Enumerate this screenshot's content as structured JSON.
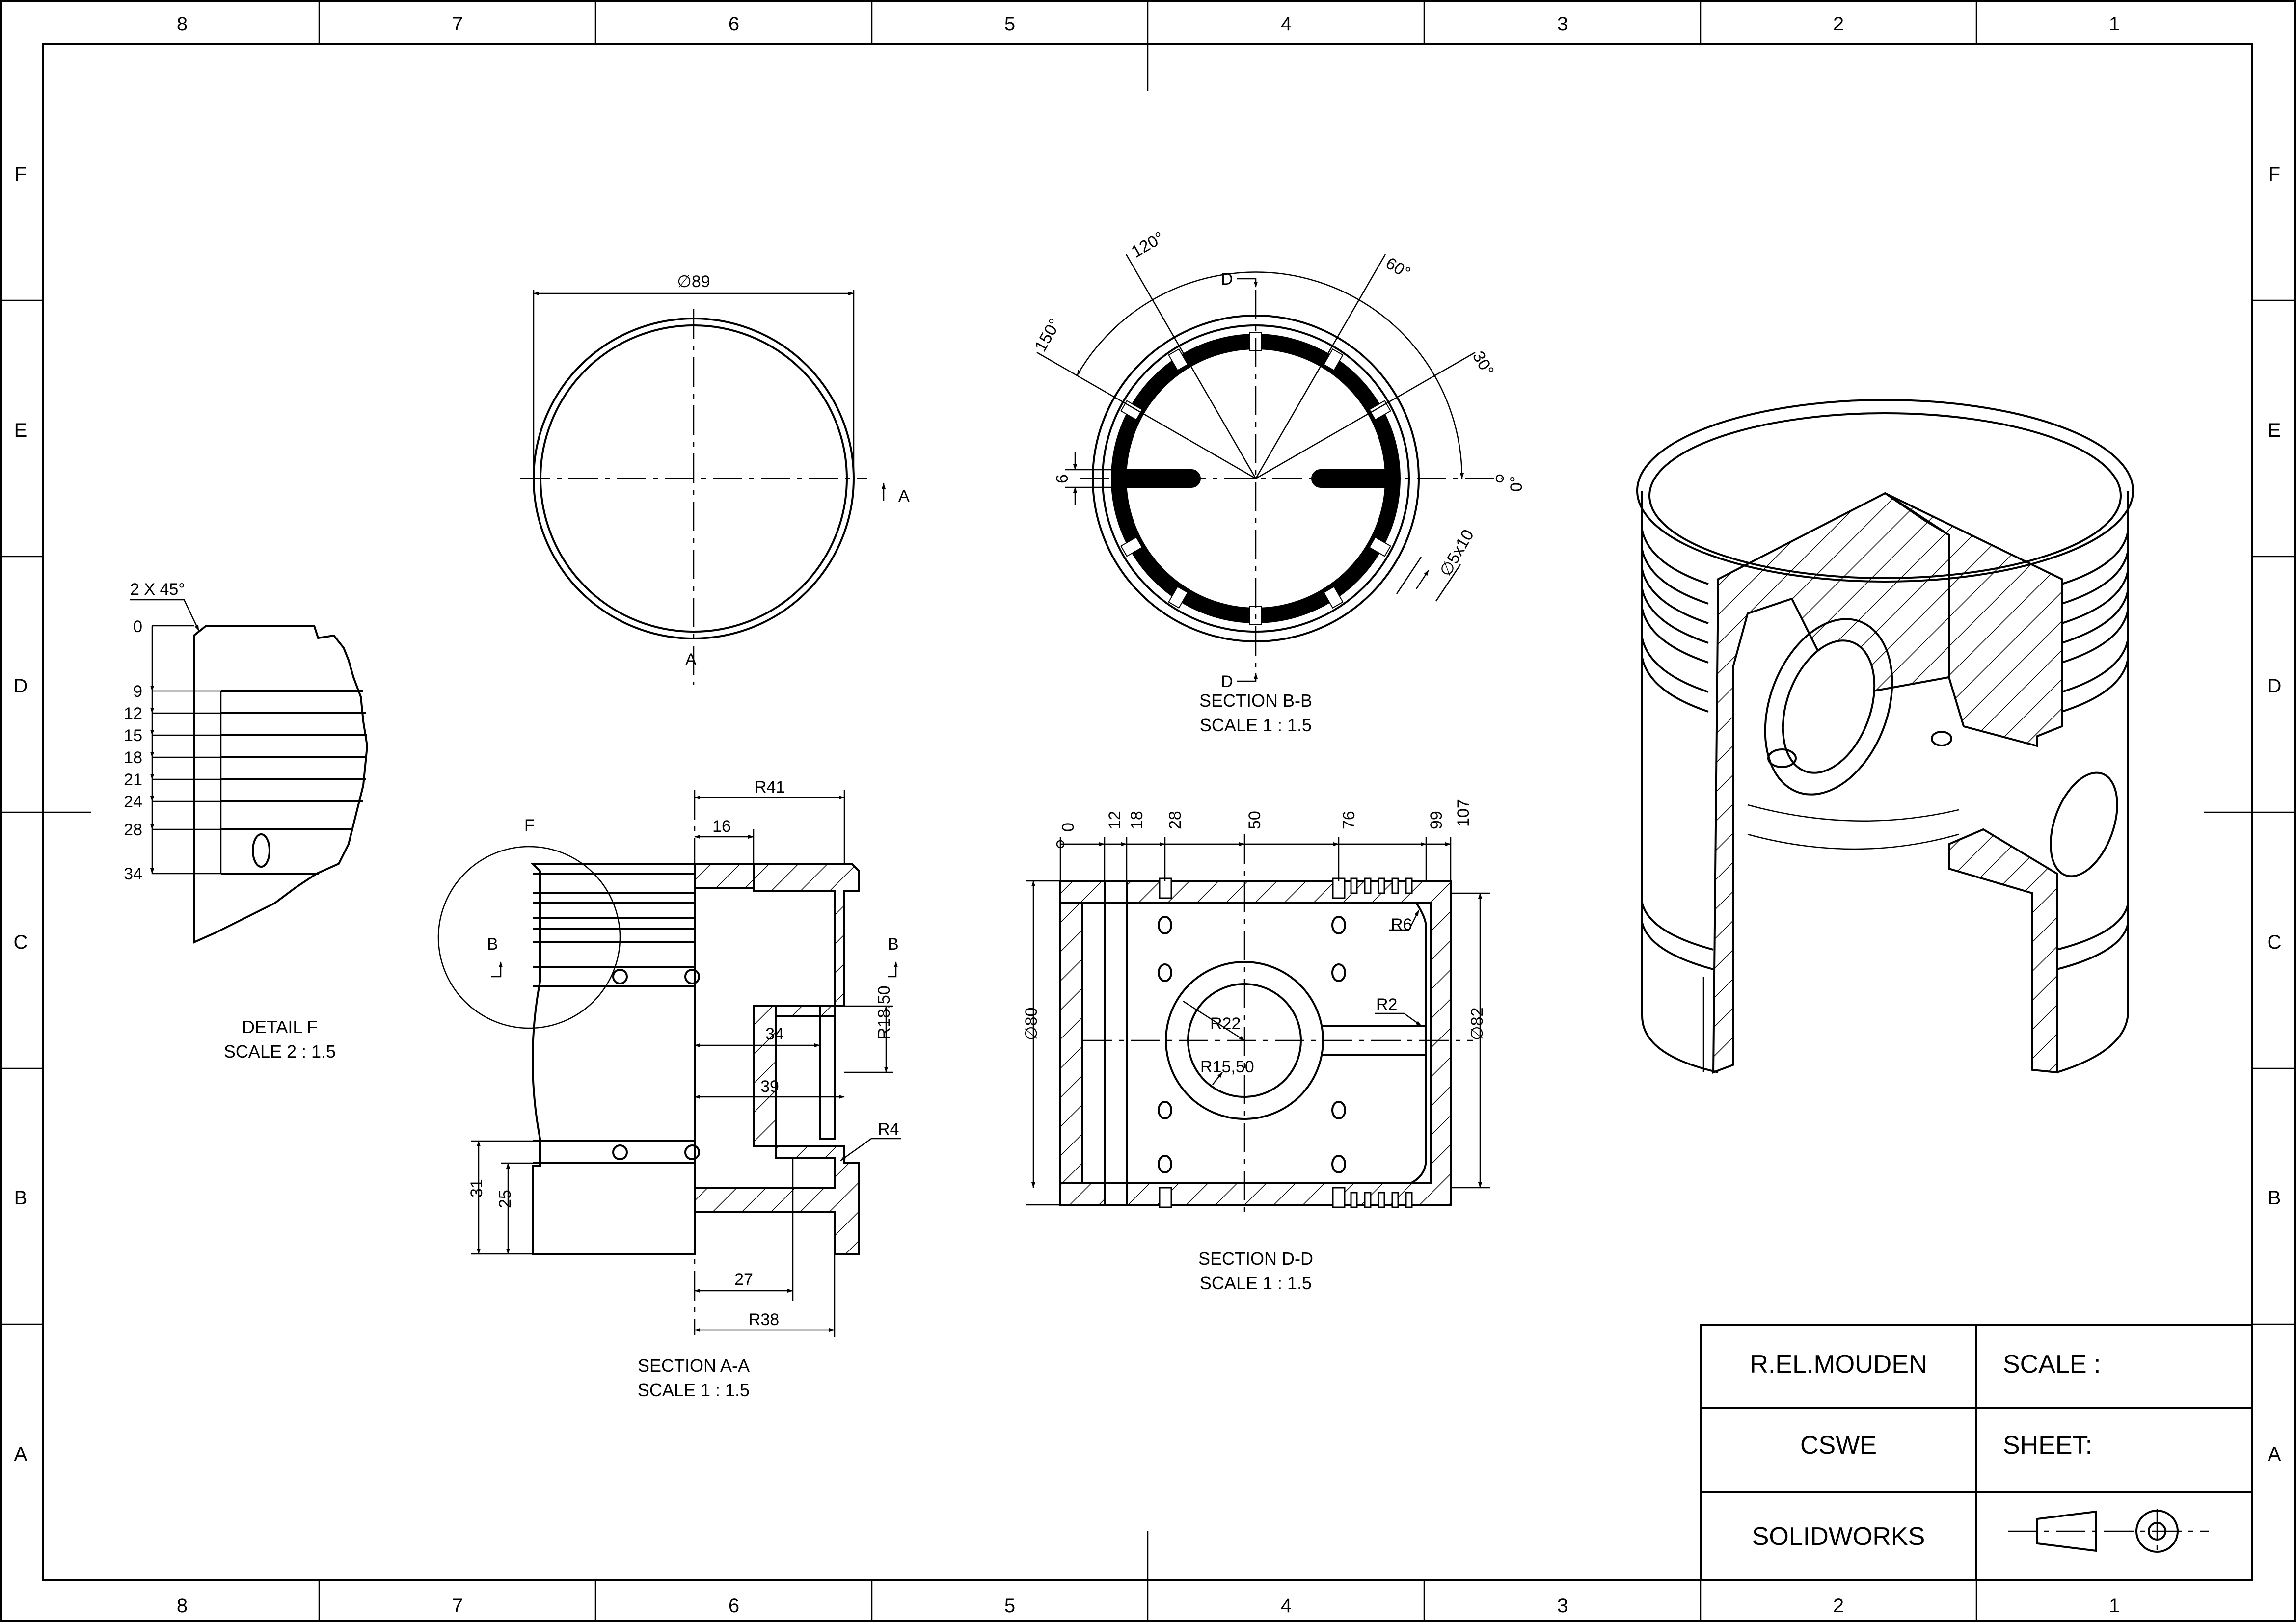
{
  "border": {
    "columns": [
      "8",
      "7",
      "6",
      "5",
      "4",
      "3",
      "2",
      "1"
    ],
    "rows": [
      "F",
      "E",
      "D",
      "C",
      "B",
      "A"
    ]
  },
  "top_view": {
    "diameter_label": "∅89",
    "section_marker": "A"
  },
  "section_bb": {
    "angles": [
      "120°",
      "60°",
      "150°",
      "30°",
      "0°"
    ],
    "dims": [
      "6",
      "∅5x10"
    ],
    "cut_marker": "D",
    "title": "SECTION B-B",
    "scale": "SCALE 1 : 1.5"
  },
  "detail_f": {
    "chamfer": "2 X 45°",
    "ordinates": [
      "0",
      "9",
      "12",
      "15",
      "18",
      "21",
      "24",
      "28",
      "34"
    ],
    "title": "DETAIL F",
    "scale": "SCALE 2 : 1.5"
  },
  "section_aa": {
    "detail_marker": "F",
    "cut_marker": "B",
    "dims": [
      "R41",
      "16",
      "34",
      "39",
      "R18,50",
      "R4",
      "31",
      "25",
      "27",
      "R38"
    ],
    "title": "SECTION A-A",
    "scale": "SCALE 1 : 1.5"
  },
  "section_dd": {
    "ordinates": [
      "0",
      "12",
      "18",
      "28",
      "50",
      "76",
      "99",
      "107"
    ],
    "dims": [
      "R6",
      "R2",
      "R22",
      "R15,50",
      "∅80",
      "∅82"
    ],
    "title": "SECTION D-D",
    "scale": "SCALE 1 : 1.5"
  },
  "title_block": {
    "author": "R.EL.MOUDEN",
    "org": "CSWE",
    "software": "SOLIDWORKS",
    "scale_label": "SCALE :",
    "sheet_label": "SHEET:"
  },
  "icons": [
    "first-angle-projection-icon"
  ]
}
